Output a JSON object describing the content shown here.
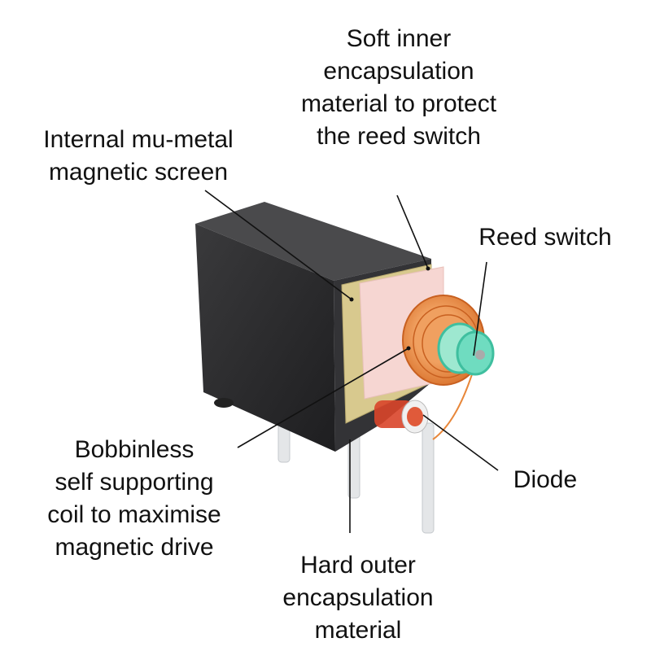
{
  "labels": {
    "soft_inner": [
      "Soft inner",
      "encapsulation",
      "material to protect",
      "the reed switch"
    ],
    "mu_metal": [
      "Internal mu-metal",
      "magnetic screen"
    ],
    "reed_switch": [
      "Reed switch"
    ],
    "coil": [
      "Bobbinless",
      "self supporting",
      "coil to maximise",
      "magnetic drive"
    ],
    "diode": [
      "Diode"
    ],
    "hard_outer": [
      "Hard outer",
      "encapsulation",
      "material"
    ]
  },
  "colors": {
    "housing": "#2b2b2d",
    "mu_metal": "#d8c98e",
    "inner_encapsulation": "#f6d6d2",
    "coil": "#e8873a",
    "reed_glass": "#5fd7b8",
    "diode": "#d9452a"
  }
}
